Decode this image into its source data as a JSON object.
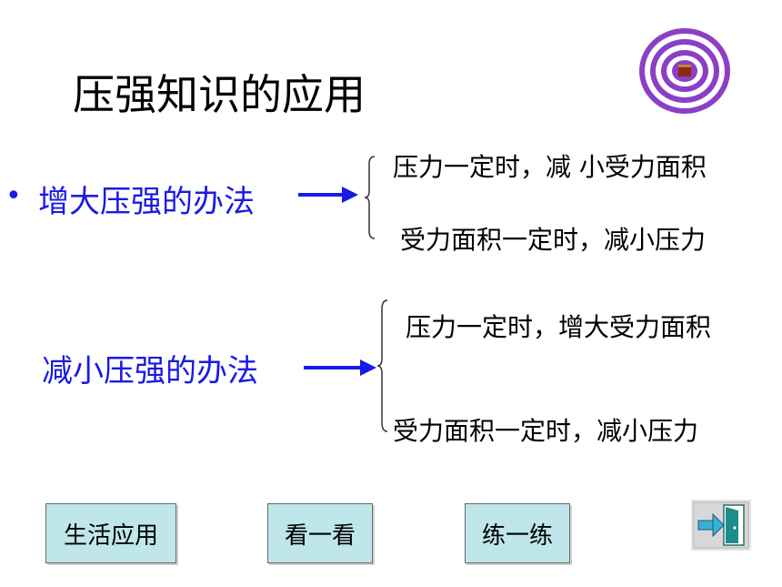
{
  "title": "压强知识的应用",
  "section_increase": {
    "bullet": "•",
    "heading": "增大压强的办法",
    "items": [
      "压力一定时，减 小受力面积",
      "受力面积一定时，减小压力"
    ]
  },
  "section_decrease": {
    "heading": "减小压强的办法",
    "items": [
      "压力一定时，增大受力面积",
      "受力面积一定时，减小压力"
    ]
  },
  "buttons": {
    "life": "生活应用",
    "look": "看一看",
    "practice": "练一练"
  },
  "icons": {
    "target": "target-icon",
    "exit": "exit-door-icon"
  },
  "colors": {
    "heading": "#1a1ae6",
    "button_bg": "#bfe6ea",
    "ring": "#8b3fc4"
  }
}
